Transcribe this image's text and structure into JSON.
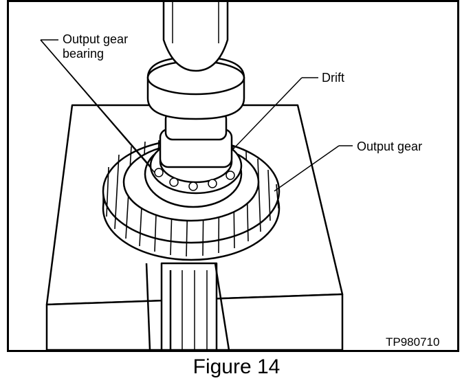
{
  "figure": {
    "caption": "Figure 14",
    "code": "TP980710",
    "callouts": {
      "bearing": "Output gear bearing",
      "drift": "Drift",
      "gear": "Output gear"
    }
  },
  "colors": {
    "ink": "#000000",
    "paper": "#ffffff"
  }
}
